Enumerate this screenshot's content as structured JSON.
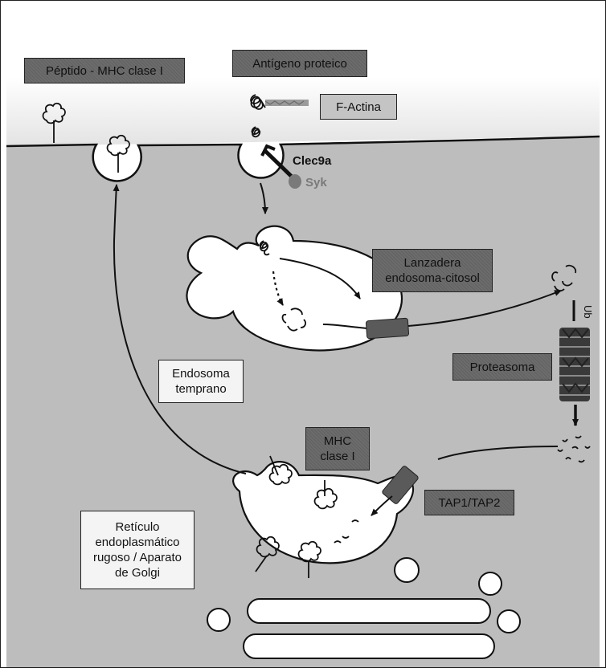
{
  "labels": {
    "peptide_mhc": "Péptido - MHC clase I",
    "antigen": "Antígeno proteico",
    "f_actin": "F-Actina",
    "clec9a": "Clec9a",
    "syk": "Syk",
    "shuttle": "Lanzadera\nendosoma-citosol",
    "ub": "Ub",
    "proteasome": "Proteasoma",
    "early_endosome": "Endosoma\ntemprano",
    "mhc_class_i": "MHC\nclase I",
    "tap": "TAP1/TAP2",
    "er_golgi": "Retículo\nendoplasmático\nrugoso / Aparato\nde Golgi"
  },
  "colors": {
    "cytoplasm": "#bdbdbd",
    "outside": "#ffffff",
    "dark_label": "#6c6c6c",
    "mid_label": "#c4c4c4",
    "light_label": "#f4f4f4",
    "membrane": "#111111",
    "syk": "#7a7a7a"
  }
}
